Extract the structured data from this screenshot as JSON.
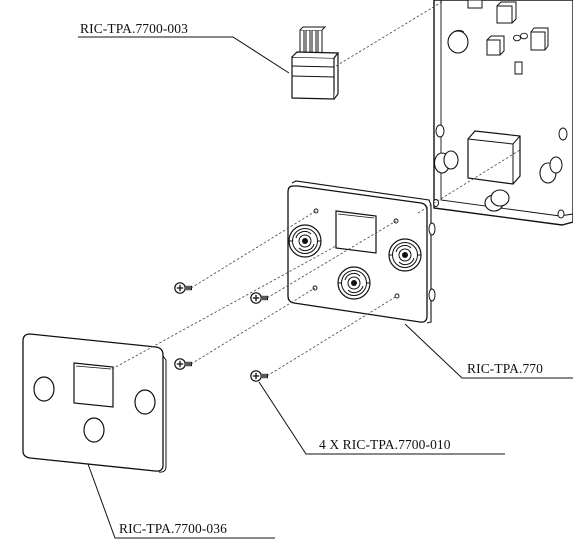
{
  "callouts": {
    "connector": "RIC-TPA.7700-003",
    "bracket": "RIC-TPA.770",
    "screws": "4 X RIC-TPA.7700-010",
    "front_plate": "RIC-TPA.7700-036"
  },
  "colors": {
    "line": "#111111",
    "paper": "#ffffff",
    "dashed": "#444444"
  }
}
